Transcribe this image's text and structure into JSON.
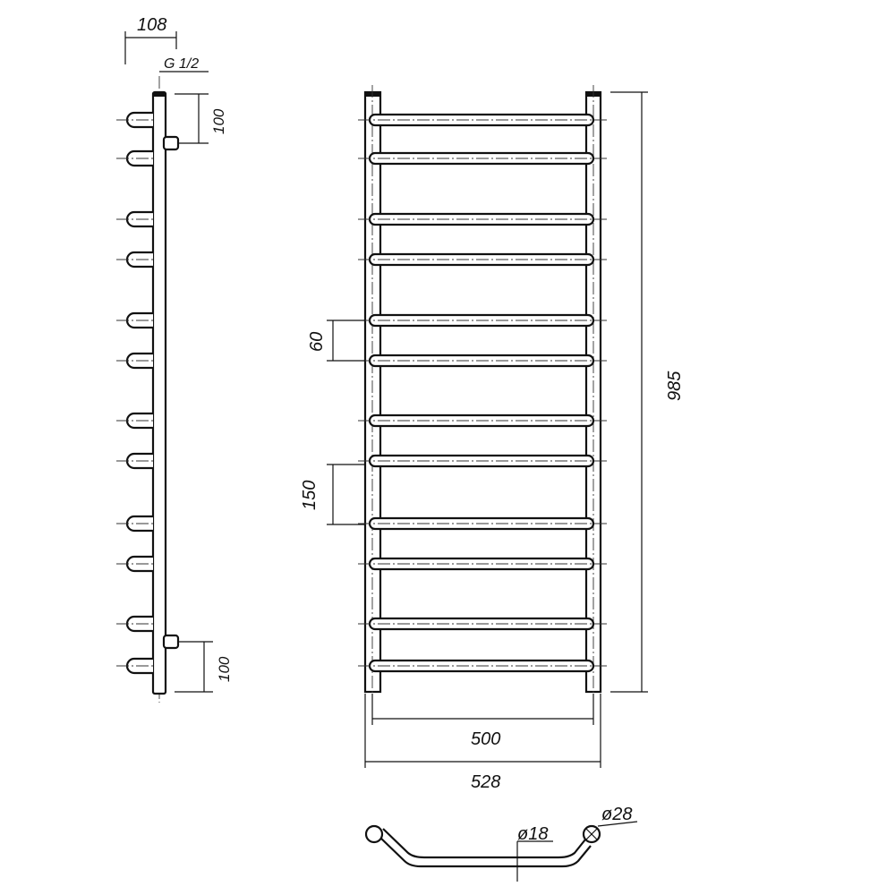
{
  "title": "Towel rail ladder technical drawing",
  "dimensions": {
    "side_depth": "108",
    "thread": "G 1/2",
    "top_connection_offset": "100",
    "bottom_connection_offset": "100",
    "rung_gap_small": "60",
    "rung_gap_large": "150",
    "height": "985",
    "inner_width": "500",
    "outer_width": "528",
    "rung_diameter": "ø18",
    "post_diameter": "ø28"
  },
  "rung_count": 12
}
